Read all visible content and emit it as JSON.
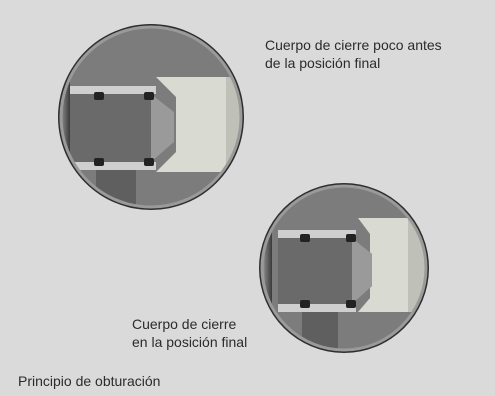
{
  "annotations": {
    "top_label_line1": "Cuerpo de cierre poco antes",
    "top_label_line2": "de la posición final",
    "bottom_label_line1": "Cuerpo de cierre",
    "bottom_label_line2": "en la posición final"
  },
  "caption": "Principio de obturación",
  "colors": {
    "background": "#dadada",
    "steel": "#8a8a8a",
    "body": "#6f6f6f",
    "seat": "#d9dbd2",
    "seal": "#222222"
  }
}
